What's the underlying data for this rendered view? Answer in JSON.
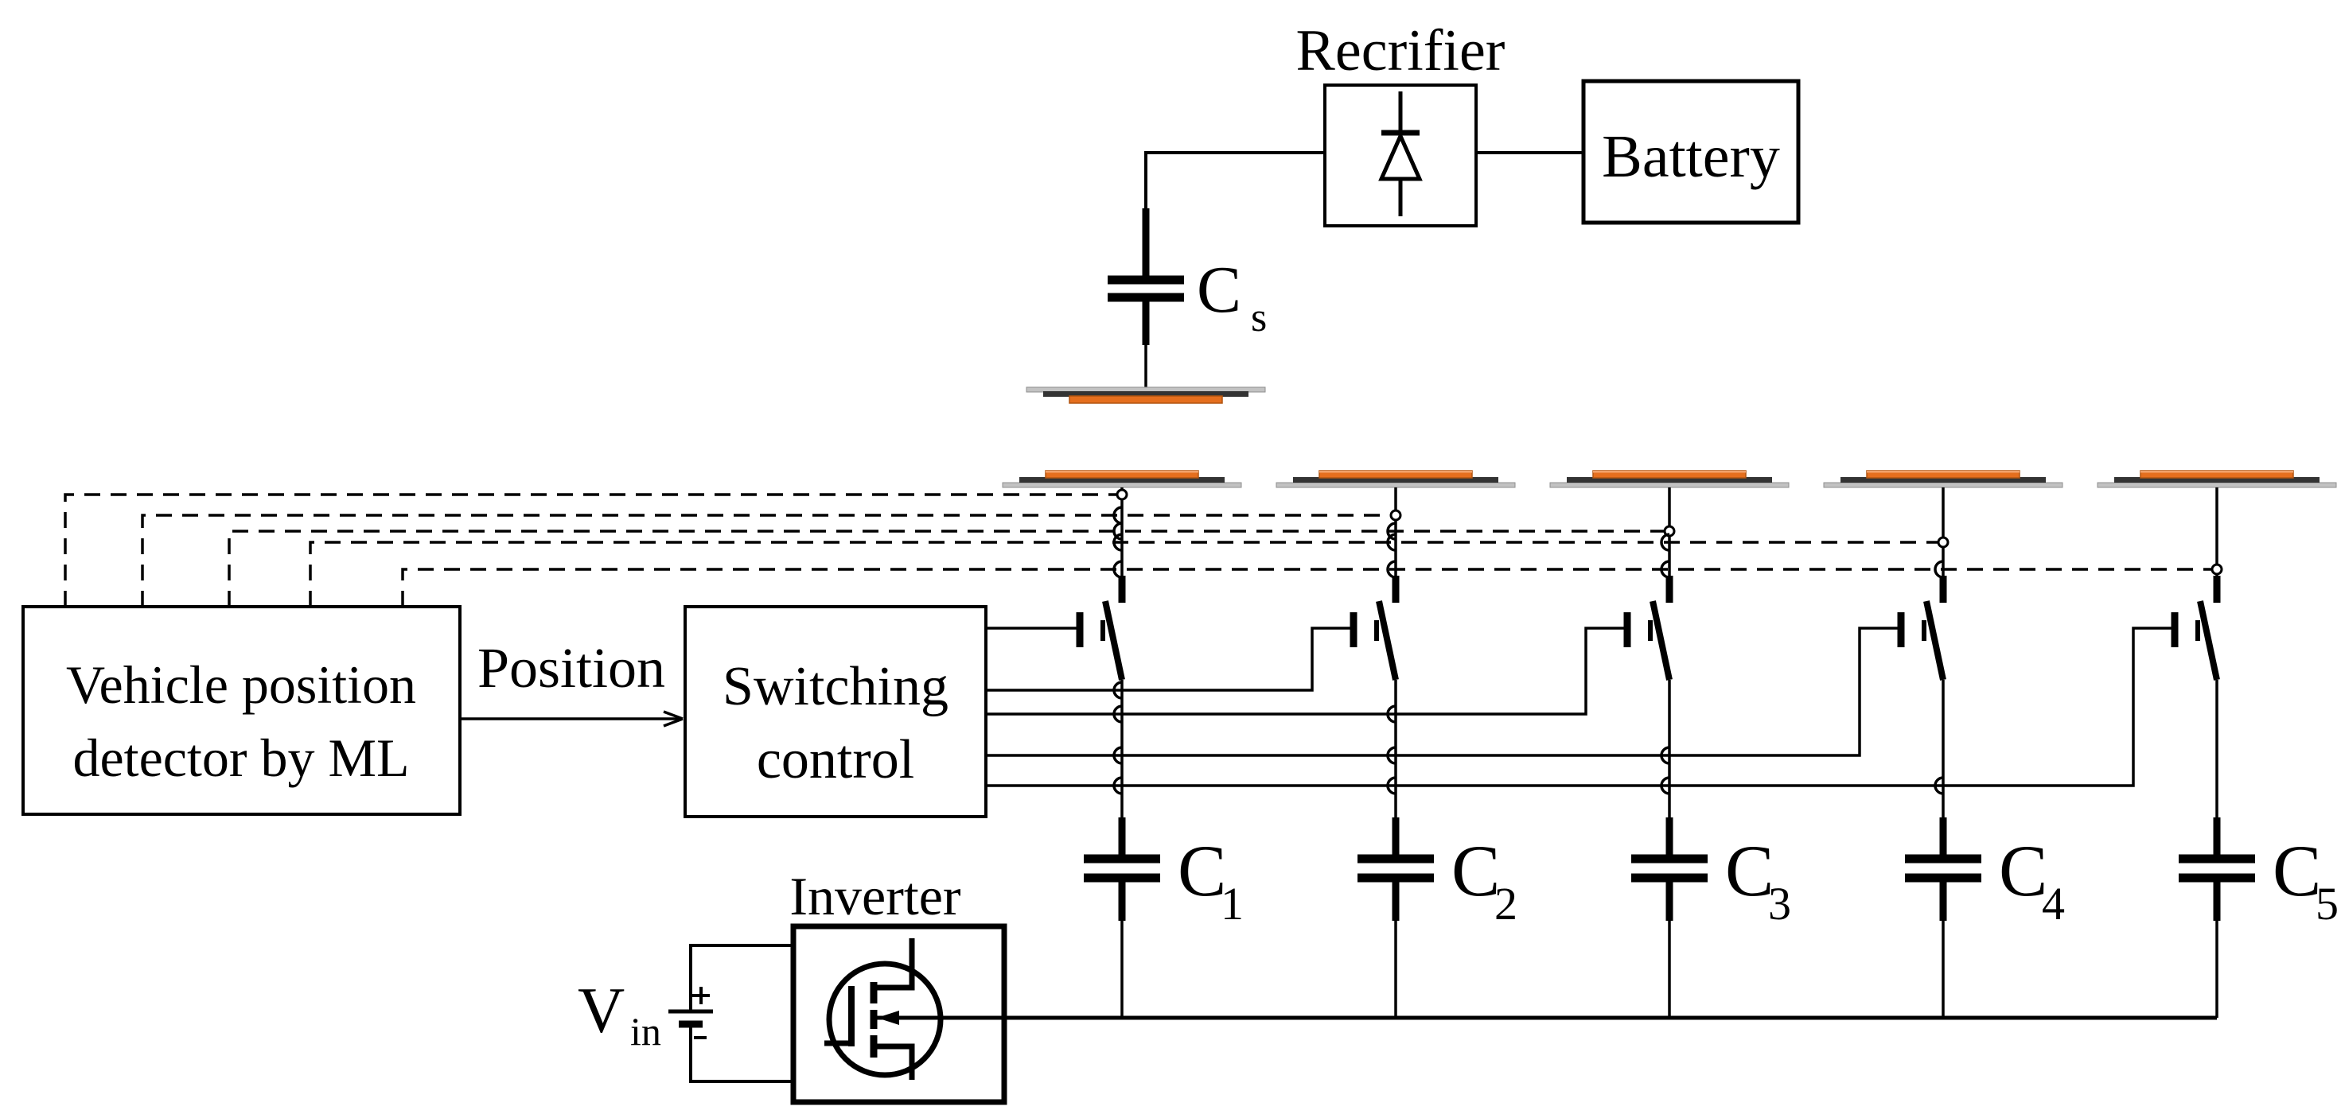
{
  "figure": {
    "blocks": {
      "rectifier": {
        "label": "Recrifier"
      },
      "battery": {
        "label": "Battery"
      },
      "detector": {
        "line1": "Vehicle position",
        "line2": "detector by ML"
      },
      "switching_control": {
        "line1": "Switching",
        "line2": "control"
      },
      "inverter": {
        "label": "Inverter"
      }
    },
    "signal_labels": {
      "position": "Position"
    },
    "dc_source": {
      "symbol": "V",
      "subscript": "in",
      "plus": "+",
      "minus": "−"
    },
    "secondary_capacitor": {
      "symbol": "C",
      "subscript": "s"
    },
    "primary_capacitors": [
      {
        "symbol": "C",
        "subscript": "1"
      },
      {
        "symbol": "C",
        "subscript": "2"
      },
      {
        "symbol": "C",
        "subscript": "3"
      },
      {
        "symbol": "C",
        "subscript": "4"
      },
      {
        "symbol": "C",
        "subscript": "5"
      }
    ],
    "colors": {
      "line": "#000000",
      "coil_copper": "#E56F1E",
      "coil_copper_highlight": "#F2A26B",
      "coil_core_dark": "#333333",
      "coil_plate_light": "#C2C2C2",
      "background": "#FFFFFF"
    }
  }
}
